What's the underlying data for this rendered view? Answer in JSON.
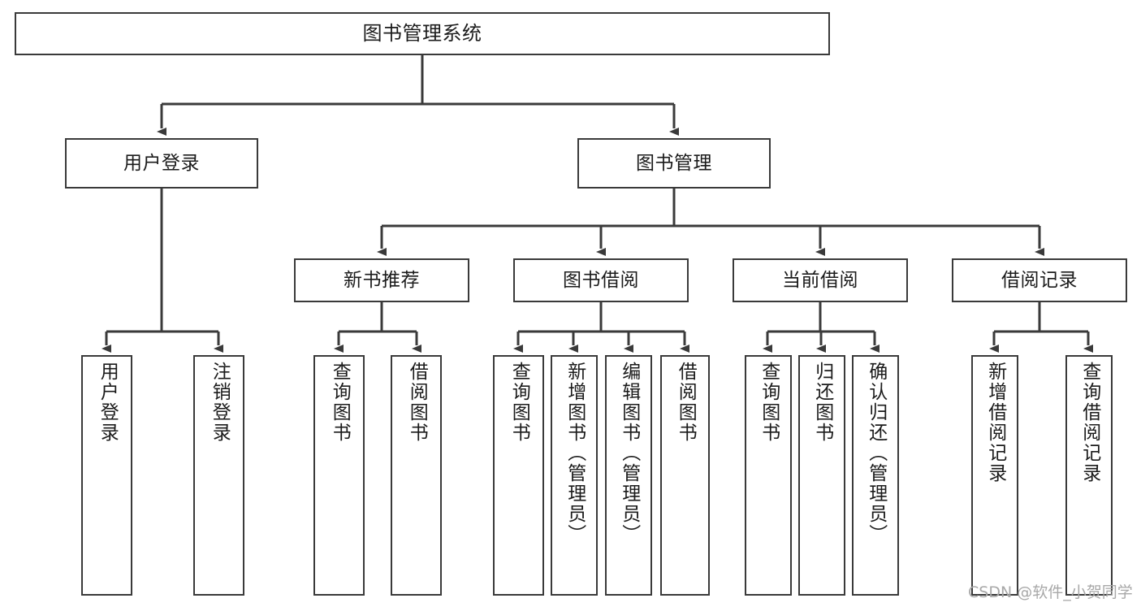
{
  "diagram": {
    "title": "图书管理系统",
    "type": "hierarchy-tree",
    "background": "#ffffff",
    "line_color": "#3a3a3a",
    "text_color": "#1b1b1b"
  },
  "root": {
    "label": "图书管理系统"
  },
  "level1": [
    {
      "label": "用户登录"
    },
    {
      "label": "图书管理"
    }
  ],
  "level2": [
    {
      "label": "新书推荐"
    },
    {
      "label": "图书借阅"
    },
    {
      "label": "当前借阅"
    },
    {
      "label": "借阅记录"
    }
  ],
  "leaves": {
    "user_login": [
      {
        "label": "用户登录"
      },
      {
        "label": "注销登录"
      }
    ],
    "new_book": [
      {
        "label": "查询图书"
      },
      {
        "label": "借阅图书"
      }
    ],
    "book_borrow": [
      {
        "label": "查询图书"
      },
      {
        "label": "新增图书（管理员）"
      },
      {
        "label": "编辑图书（管理员）"
      },
      {
        "label": "借阅图书"
      }
    ],
    "current_borrow": [
      {
        "label": "查询图书"
      },
      {
        "label": "归还图书"
      },
      {
        "label": "确认归还（管理员）"
      }
    ],
    "borrow_record": [
      {
        "label": "新增借阅记录"
      },
      {
        "label": "查询借阅记录"
      }
    ]
  },
  "watermark": {
    "text": "CSDN @软件_小贺同学",
    "color": "#a8a8a8"
  }
}
